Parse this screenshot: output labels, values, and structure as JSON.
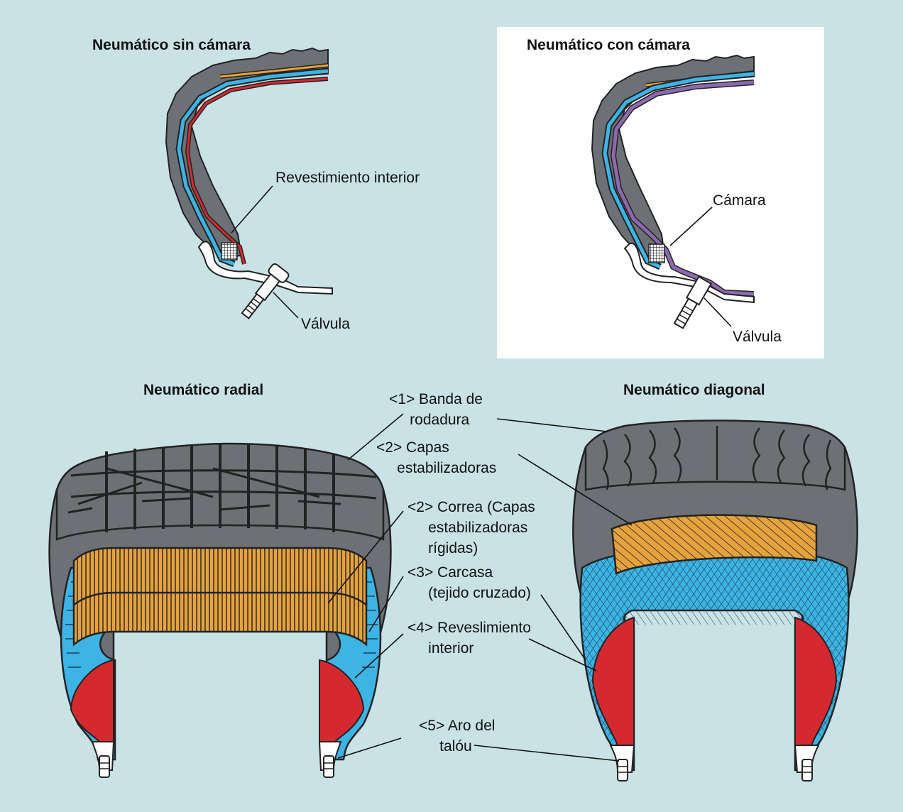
{
  "titles": {
    "tubeless": "Neumático sin cámara",
    "tube": "Neumático con cámara",
    "radial": "Neumático radial",
    "bias": "Neumático diagonal"
  },
  "labels": {
    "inner_liner": "Revestimiento interior",
    "valve_a": "Válvula",
    "tube": "Cámara",
    "valve_b": "Válvula",
    "tread": "<1> Banda de\n     rodadura",
    "breaker": "<2> Capas\n     estabilizadoras",
    "belt": "<2> Correa (Capas\n     estabilizadoras\n     rígidas)",
    "carcass": "<3> Carcasa\n     (tejido cruzado)",
    "liner": "<4> Reveslimiento\n     interior",
    "bead": "<5> Aro del\n     talóu"
  },
  "colors": {
    "background": "#c9e2e5",
    "rubber": "#6d7176",
    "carcass": "#3db4e4",
    "liner": "#d42a2f",
    "belt": "#e6a23c",
    "tube": "#8e68b0"
  }
}
